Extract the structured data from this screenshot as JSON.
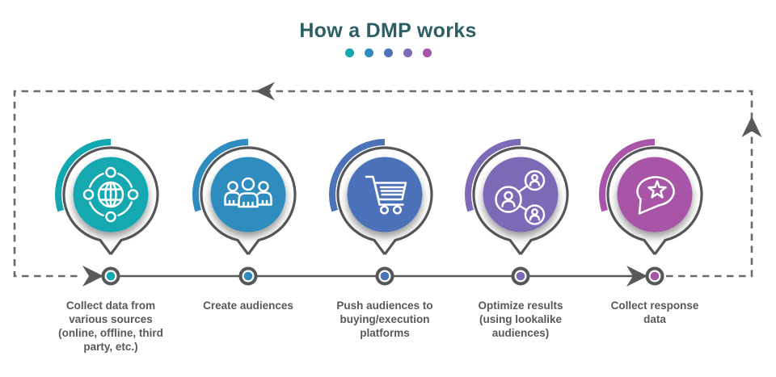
{
  "title": "How a DMP works",
  "title_color": "#2C5F63",
  "accent_dots": [
    "#12A8B0",
    "#2F8CBE",
    "#4C72B8",
    "#7D6BB7",
    "#A854A8"
  ],
  "flow": {
    "line_color": "#58595B",
    "dash_color": "#6A6B6D",
    "ring_color": "#55575B"
  },
  "steps": [
    {
      "id": "collect-data",
      "label": "Collect data from\nvarious sources\n(online, offline, third\nparty, etc.)",
      "color": "#12A8B0",
      "icon": "network-globe-icon"
    },
    {
      "id": "create-audiences",
      "label": "Create audiences",
      "color": "#2F8CBE",
      "icon": "audience-group-icon"
    },
    {
      "id": "push-audiences",
      "label": "Push audiences to\nbuying/execution\nplatforms",
      "color": "#4C72B8",
      "icon": "shopping-cart-icon"
    },
    {
      "id": "optimize-results",
      "label": "Optimize results\n(using lookalike\naudiences)",
      "color": "#7D6BB7",
      "icon": "lookalike-audiences-icon"
    },
    {
      "id": "collect-response",
      "label": "Collect response\ndata",
      "color": "#A854A8",
      "icon": "speech-bubble-star-icon"
    }
  ]
}
